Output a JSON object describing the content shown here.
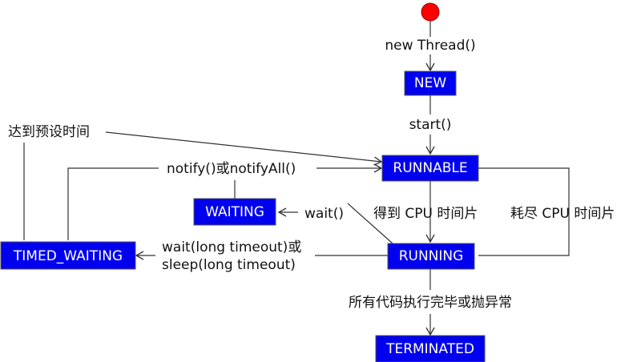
{
  "states": {
    "new": "NEW",
    "runnable": "RUNNABLE",
    "running": "RUNNING",
    "waiting": "WAITING",
    "timed_waiting": "TIMED_WAITING",
    "terminated": "TERMINATED"
  },
  "transitions": {
    "new_thread": "new Thread()",
    "start": "start()",
    "notify": "notify()或notifyAll()",
    "reach_preset_time": "达到预设时间",
    "wait": "wait()",
    "get_cpu": "得到 CPU 时间片",
    "cpu_exhausted": "耗尽 CPU 时间片",
    "timed_wait_line1": "wait(long timeout)或",
    "timed_wait_line2": "sleep(long timeout)",
    "finished": "所有代码执行完毕或抛异常"
  },
  "colors": {
    "state_fill": "#0000ee",
    "state_text": "#ffffff",
    "start_node": "#ff0000",
    "line": "#333333"
  }
}
